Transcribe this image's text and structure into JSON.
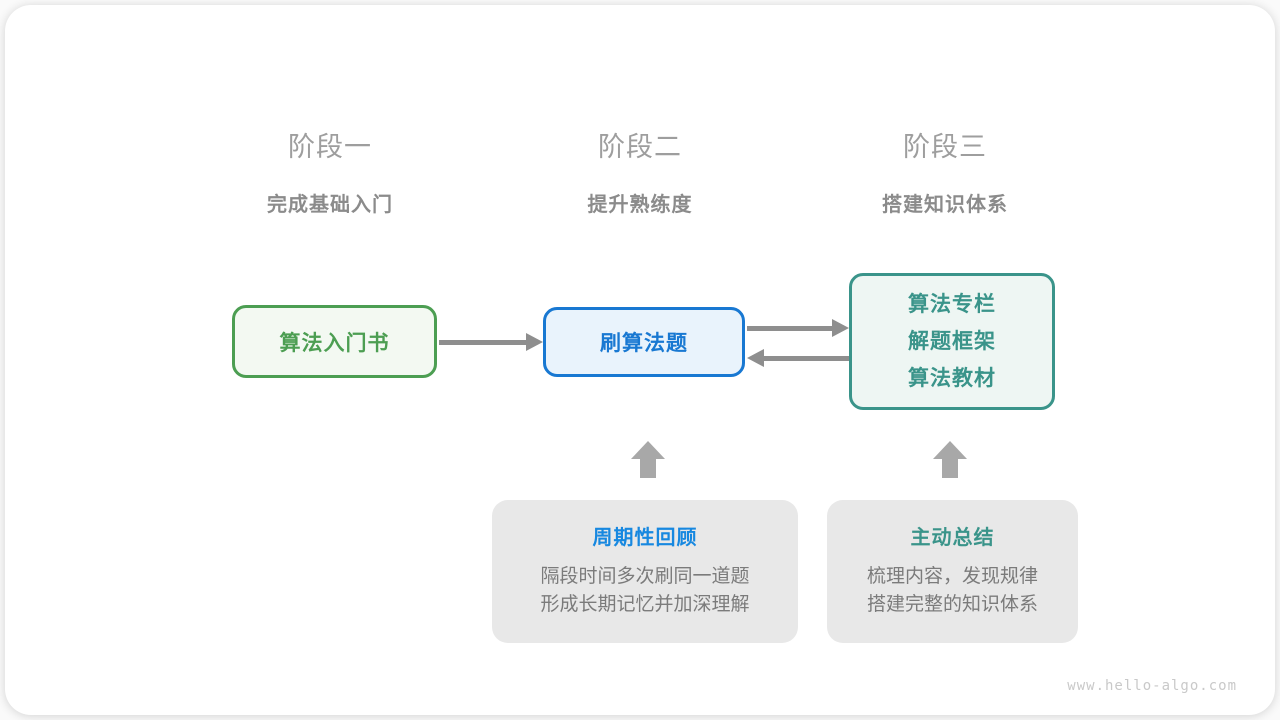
{
  "stages": [
    {
      "label": "阶段一",
      "subtitle": "完成基础入门"
    },
    {
      "label": "阶段二",
      "subtitle": "提升熟练度"
    },
    {
      "label": "阶段三",
      "subtitle": "搭建知识体系"
    }
  ],
  "flow": {
    "intro_book": {
      "label": "算法入门书"
    },
    "practice": {
      "label": "刷算法题"
    },
    "knowledge": {
      "lines": [
        "算法专栏",
        "解题框架",
        "算法教材"
      ]
    }
  },
  "callouts": {
    "periodic_review": {
      "title": "周期性回顾",
      "lines": [
        "隔段时间多次刷同一道题",
        "形成长期记忆并加深理解"
      ]
    },
    "active_summary": {
      "title": "主动总结",
      "lines": [
        "梳理内容，发现规律",
        "搭建完整的知识体系"
      ]
    }
  },
  "watermark": "www.hello-algo.com",
  "colors": {
    "node_green": "#4c9e52",
    "node_green_bg": "#f3f9f2",
    "node_blue": "#1878d2",
    "node_blue_bg": "#e9f3fc",
    "node_teal": "#3a948a",
    "node_teal_bg": "#eef6f3",
    "callout_bg": "#e8e8e8",
    "callout_title_blue": "#1788e0",
    "callout_title_teal": "#3a948a",
    "callout_body_gray": "#7b7b7b",
    "line_arrow_gray": "#8e8e8e",
    "block_arrow_gray": "#a8a8a8",
    "stage_label_gray": "#9e9e9e",
    "stage_subtitle_gray": "#8b8b8b",
    "watermark_gray": "#c9c9c9",
    "card_bg": "#ffffff"
  }
}
